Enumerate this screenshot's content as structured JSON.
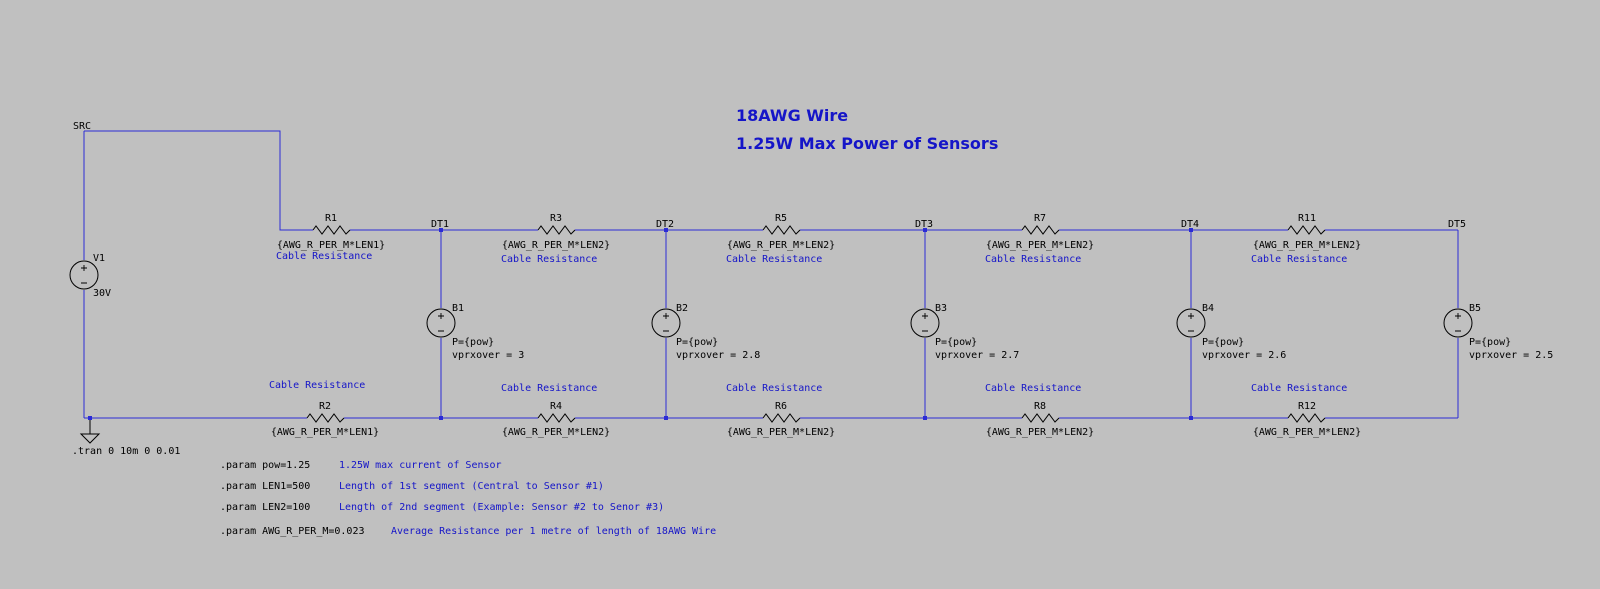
{
  "titles": {
    "line1": "18AWG Wire",
    "line2": "1.25W Max Power of Sensors"
  },
  "nets": {
    "src": "SRC",
    "dt1": "DT1",
    "dt2": "DT2",
    "dt3": "DT3",
    "dt4": "DT4",
    "dt5": "DT5"
  },
  "sources": {
    "v1": {
      "name": "V1",
      "value": "30V"
    },
    "b1": {
      "name": "B1",
      "p": "P={pow}",
      "vprx": "vprxover = 3"
    },
    "b2": {
      "name": "B2",
      "p": "P={pow}",
      "vprx": "vprxover = 2.8"
    },
    "b3": {
      "name": "B3",
      "p": "P={pow}",
      "vprx": "vprxover = 2.7"
    },
    "b4": {
      "name": "B4",
      "p": "P={pow}",
      "vprx": "vprxover = 2.6"
    },
    "b5": {
      "name": "B5",
      "p": "P={pow}",
      "vprx": "vprxover = 2.5"
    }
  },
  "resistors": {
    "r1": {
      "name": "R1",
      "value": "{AWG_R_PER_M*LEN1}",
      "comment": "Cable Resistance"
    },
    "r2": {
      "name": "R2",
      "value": "{AWG_R_PER_M*LEN1}",
      "comment": "Cable Resistance"
    },
    "r3": {
      "name": "R3",
      "value": "{AWG_R_PER_M*LEN2}",
      "comment": "Cable Resistance"
    },
    "r4": {
      "name": "R4",
      "value": "{AWG_R_PER_M*LEN2}",
      "comment": "Cable Resistance"
    },
    "r5": {
      "name": "R5",
      "value": "{AWG_R_PER_M*LEN2}",
      "comment": "Cable Resistance"
    },
    "r6": {
      "name": "R6",
      "value": "{AWG_R_PER_M*LEN2}",
      "comment": "Cable Resistance"
    },
    "r7": {
      "name": "R7",
      "value": "{AWG_R_PER_M*LEN2}",
      "comment": "Cable Resistance"
    },
    "r8": {
      "name": "R8",
      "value": "{AWG_R_PER_M*LEN2}",
      "comment": "Cable Resistance"
    },
    "r11": {
      "name": "R11",
      "value": "{AWG_R_PER_M*LEN2}",
      "comment": "Cable Resistance"
    },
    "r12": {
      "name": "R12",
      "value": "{AWG_R_PER_M*LEN2}",
      "comment": "Cable Resistance"
    }
  },
  "directives": {
    "tran": ".tran 0 10m 0 0.01",
    "pow": ".param pow=1.25",
    "len1": ".param LEN1=500",
    "len2": ".param LEN2=100",
    "awg": ".param AWG_R_PER_M=0.023"
  },
  "comments": {
    "pow": "1.25W max current of Sensor",
    "len1": "Length of 1st segment (Central to Sensor #1)",
    "len2": "Length of 2nd segment (Example: Sensor #2 to Senor #3)",
    "awg": "Average Resistance per 1 metre of length of 18AWG Wire"
  },
  "colors": {
    "background": "#c0c0c0",
    "wire": "#2b2bd6",
    "comment_text": "#1515c8",
    "component": "#000000"
  }
}
